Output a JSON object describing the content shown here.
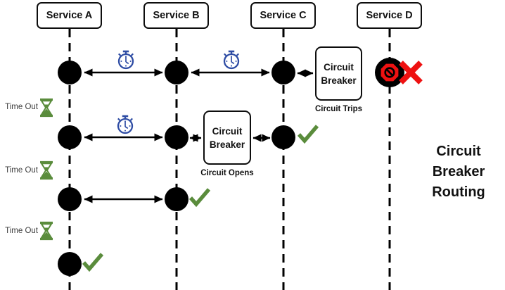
{
  "title": {
    "line1": "Circuit",
    "line2": "Breaker",
    "line3": "Routing"
  },
  "services": [
    {
      "label": "Service A"
    },
    {
      "label": "Service B"
    },
    {
      "label": "Service C"
    },
    {
      "label": "Service D"
    }
  ],
  "timeout": {
    "label": "Time Out"
  },
  "breaker_trips": {
    "line1": "Circuit",
    "line2": "Breaker",
    "caption": "Circuit Trips"
  },
  "breaker_opens": {
    "line1": "Circuit",
    "line2": "Breaker",
    "caption": "Circuit Opens"
  },
  "icons": {
    "stopwatch": "timer-stopwatch-icon",
    "hourglass": "timeout-hourglass-icon",
    "check": "success-check-icon",
    "cross": "failure-x-icon",
    "blocked": "no-entry-blocked-icon"
  },
  "colors": {
    "timer_blue": "#2e4ca4",
    "success_green": "#5a8c3c",
    "failure_red": "#ee1111",
    "ink_black": "#000000"
  }
}
